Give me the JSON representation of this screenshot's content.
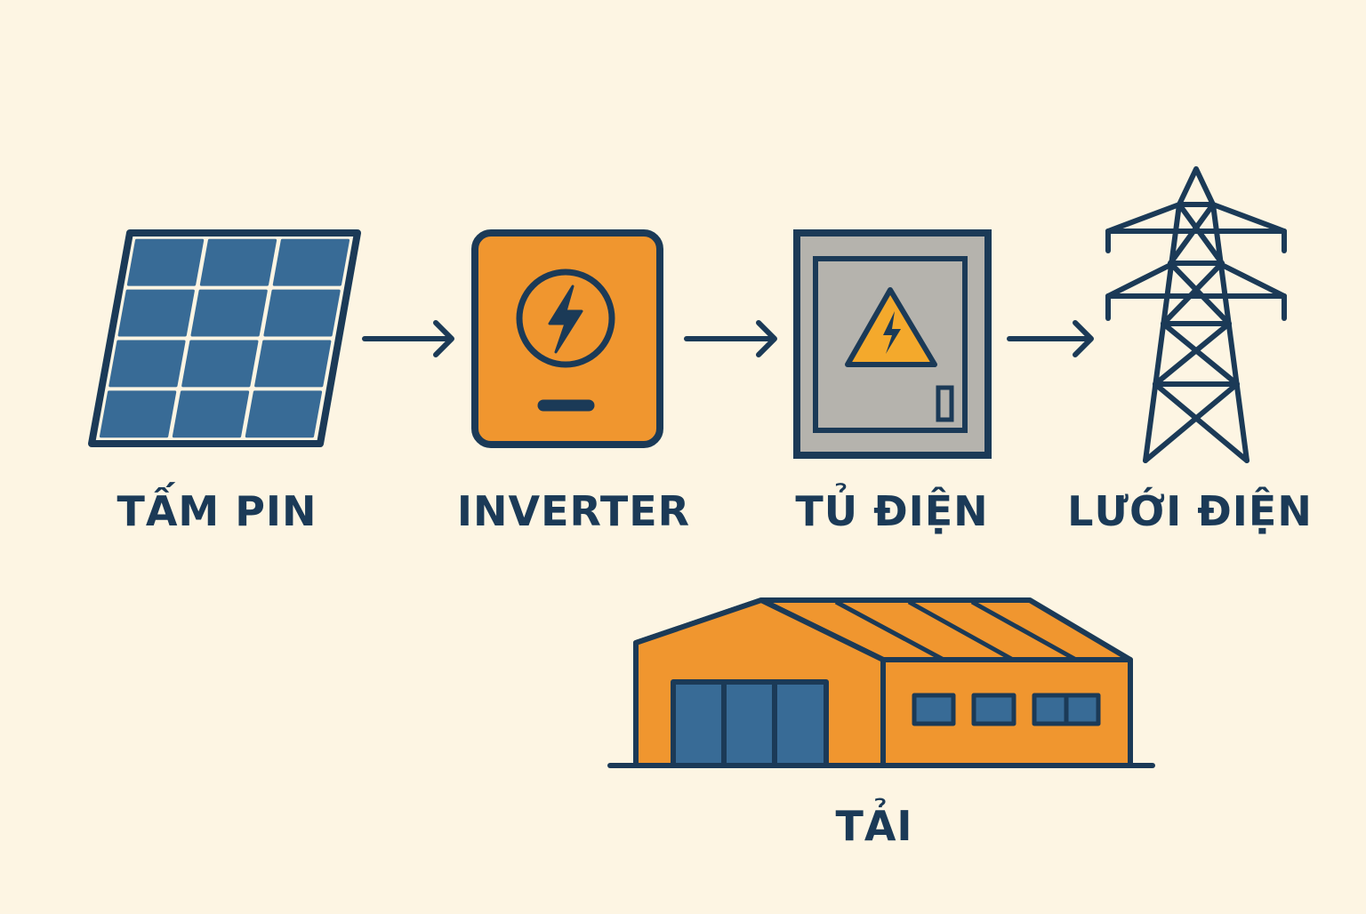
{
  "colors": {
    "background": "#fdf5e3",
    "outline": "#1b3a57",
    "solar_cell": "#386b96",
    "orange": "#f0962f",
    "panel_gray": "#b5b3ad",
    "warning_yellow": "#f4a92c"
  },
  "nodes": [
    {
      "id": "solar-panel",
      "label": "TẤM PIN",
      "icon": "solar-panel-icon"
    },
    {
      "id": "inverter",
      "label": "INVERTER",
      "icon": "inverter-icon"
    },
    {
      "id": "distribution-cabinet",
      "label": "TỦ ĐIỆN",
      "icon": "electrical-cabinet-icon"
    },
    {
      "id": "power-grid",
      "label": "LƯỚI ĐIỆN",
      "icon": "transmission-tower-icon"
    },
    {
      "id": "load",
      "label": "TẢI",
      "icon": "factory-building-icon"
    }
  ],
  "edges": [
    {
      "from": "solar-panel",
      "to": "inverter"
    },
    {
      "from": "inverter",
      "to": "distribution-cabinet"
    },
    {
      "from": "distribution-cabinet",
      "to": "power-grid"
    }
  ]
}
